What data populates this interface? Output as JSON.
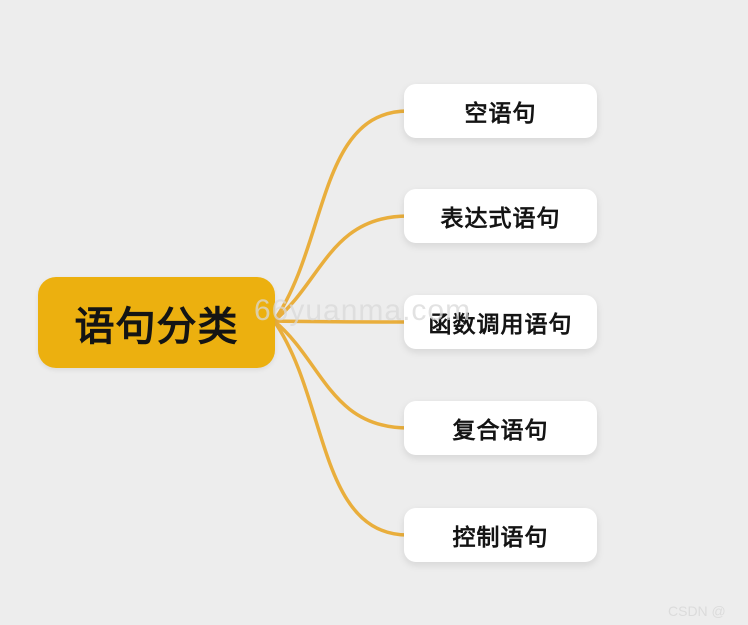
{
  "root": {
    "label": "语句分类"
  },
  "nodes": [
    {
      "label": "空语句"
    },
    {
      "label": "表达式语句"
    },
    {
      "label": "函数调用语句"
    },
    {
      "label": "复合语句"
    },
    {
      "label": "控制语句"
    }
  ],
  "watermarks": {
    "center": "66yuanma.com",
    "corner": "CSDN @"
  },
  "colors": {
    "background": "#ededed",
    "root-fill": "#ecb00f",
    "node-fill": "#ffffff",
    "connector": "#e9ae3c",
    "text": "#141414",
    "watermark": "#d9d9d9"
  }
}
